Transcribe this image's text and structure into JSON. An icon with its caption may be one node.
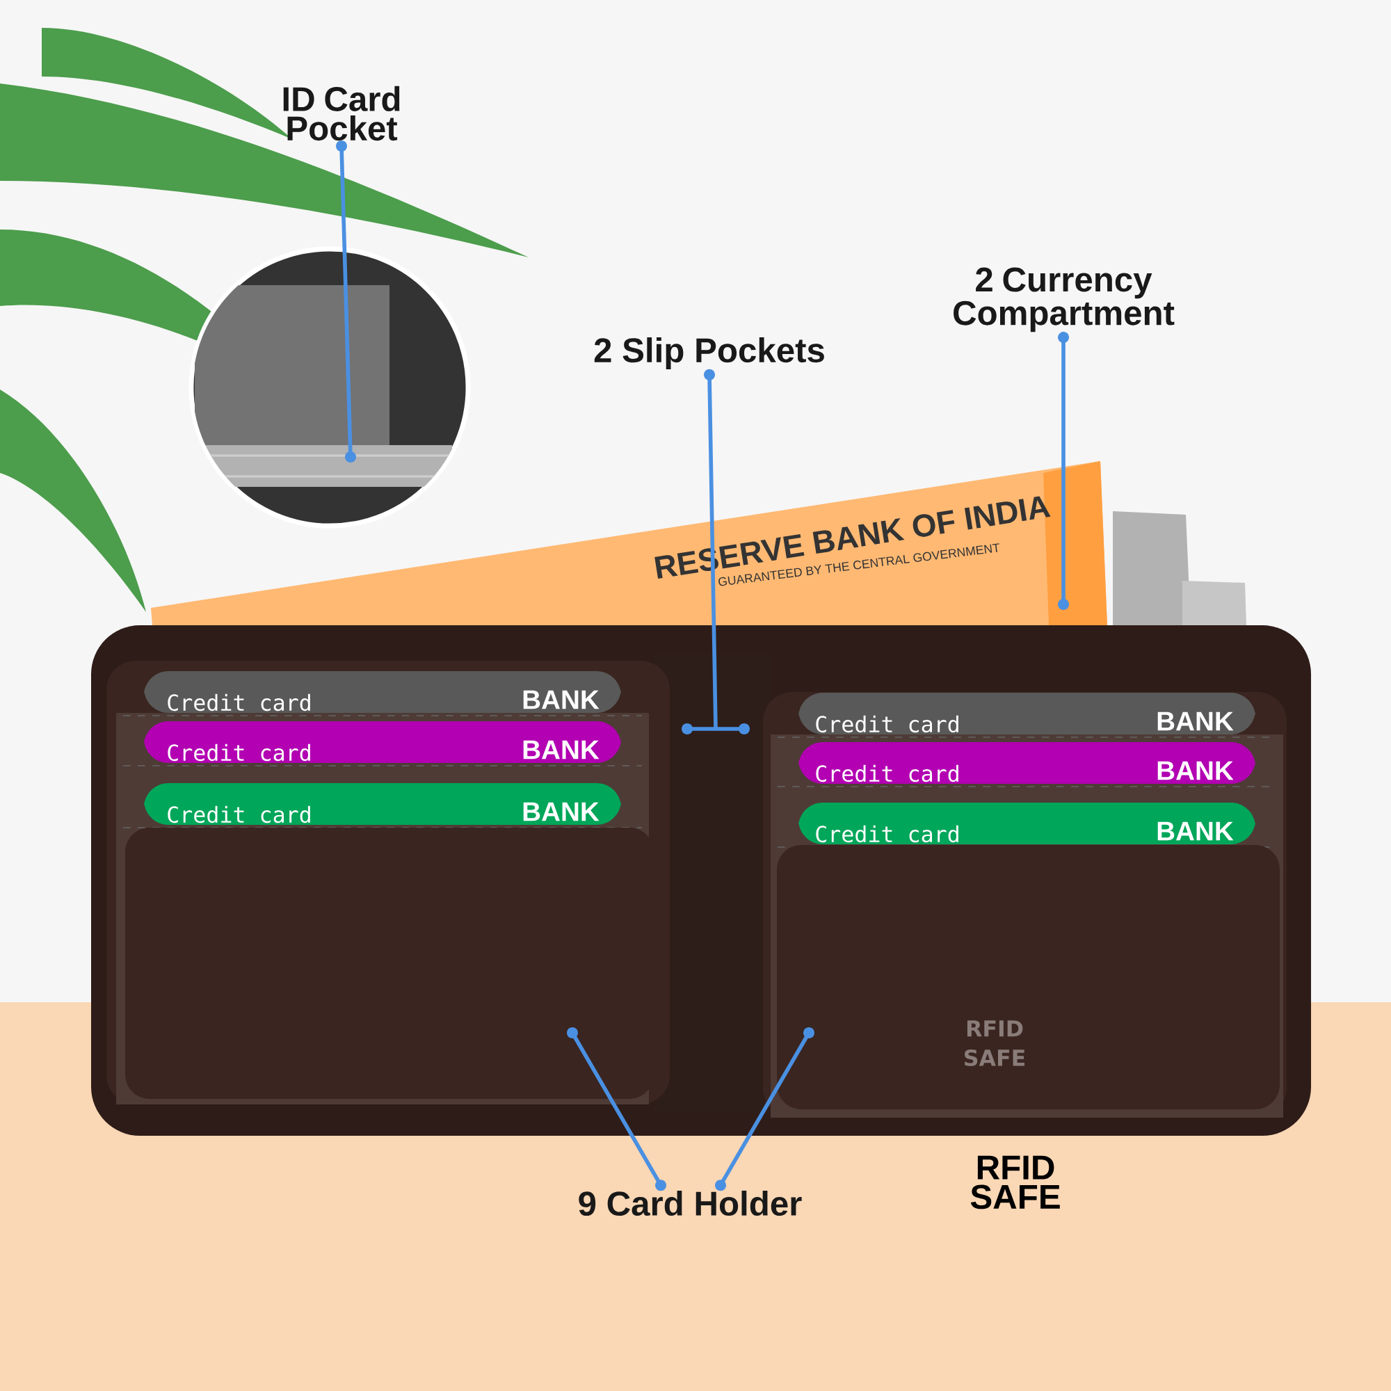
{
  "diagram": {
    "nodes": [
      {
        "text": [
          "ID Card Pocket"
        ]
      },
      {
        "text": [],
        "shape": "picture"
      },
      {
        "text": [
          "2 Slip Pockets"
        ]
      },
      {
        "text": [
          "2 Currency Compartment"
        ]
      },
      {
        "text": [
          "9 Card Holder"
        ]
      },
      {
        "text": [],
        "shape": "picture"
      }
    ],
    "edges": [
      {
        "from": 0,
        "to": 1,
        "arrow": "other"
      },
      {
        "from": 2,
        "to": null,
        "arrow": "other"
      },
      {
        "from": 3,
        "to": 5,
        "arrow": "other"
      },
      {
        "from": 4,
        "to": null,
        "arrow": "other"
      },
      {
        "from": 4,
        "to": null,
        "arrow": "other"
      }
    ],
    "labels": [
      "RESERVE BANK OF INDIA",
      "GUARANTEED BY THE CENTRAL GOVERNMENT",
      "Credit card",
      "BANK",
      "Credit card",
      "BANK",
      "Credit card",
      "BANK",
      "Credit card",
      "BANK",
      "Credit card",
      "BANK",
      "Credit card",
      "BANK",
      "RFID SAFE",
      "RFID SAFE"
    ]
  }
}
